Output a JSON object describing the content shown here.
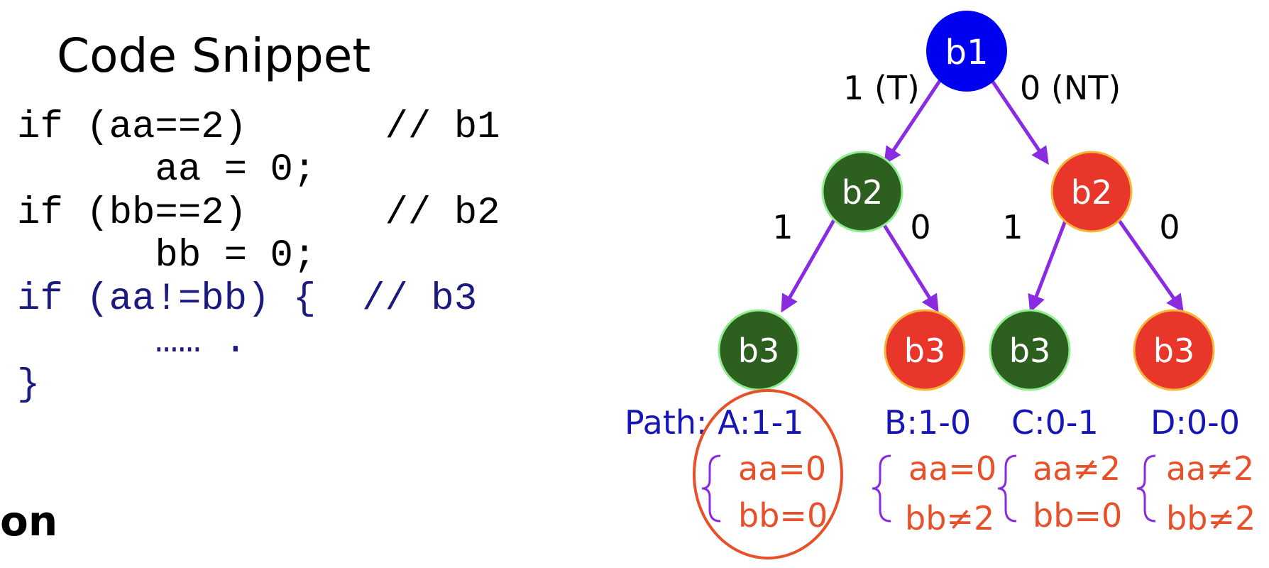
{
  "code_panel": {
    "title": "Code Snippet",
    "lines": [
      "if (aa==2)      // b1",
      "      aa = 0;",
      "if (bb==2)      // b2",
      "      bb = 0;",
      "if (aa!=bb) {  // b3",
      "      …… .",
      "}"
    ],
    "highlight_color": "#1a1a80",
    "cut_off_text": "on"
  },
  "tree": {
    "nodes": {
      "root": "b1",
      "left_b2": "b2",
      "right_b2": "b2",
      "leaf_a": "b3",
      "leaf_b": "b3",
      "leaf_c": "b3",
      "leaf_d": "b3"
    },
    "edge_labels": {
      "root_left": "1 (T)",
      "root_right": "0 (NT)",
      "left_1": "1",
      "left_0": "0",
      "right_1": "1",
      "right_0": "0"
    },
    "paths": [
      {
        "label": "Path: A:1-1",
        "cond1": "aa=0",
        "cond2": "bb=0"
      },
      {
        "label": "B:1-0",
        "cond1": "aa=0",
        "cond2": "bb≠2"
      },
      {
        "label": "C:0-1",
        "cond1": "aa≠2",
        "cond2": "bb=0"
      },
      {
        "label": "D:0-0",
        "cond1": "aa≠2",
        "cond2": "bb≠2"
      }
    ],
    "colors": {
      "root": "#0000f0",
      "taken": "#2d5f1e",
      "not_taken": "#e8362a",
      "arrow": "#8a2be2",
      "path_label": "#1515b8",
      "condition": "#e8502a"
    }
  }
}
